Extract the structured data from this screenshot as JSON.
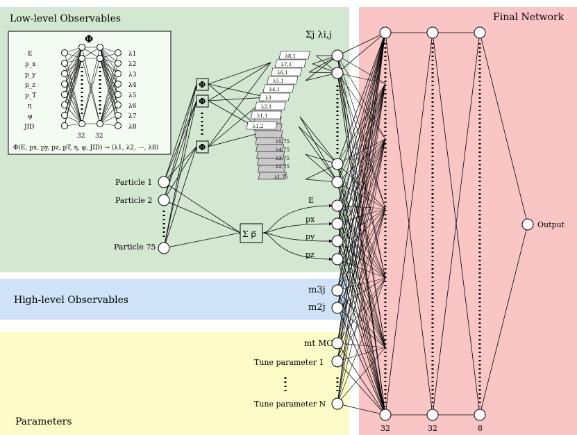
{
  "regions": {
    "low_level": "Low-level Observables",
    "high_level": "High-level Observables",
    "parameters": "Parameters",
    "final_network": "Final Network"
  },
  "inset": {
    "phi_label": "Φ",
    "inputs": [
      "E",
      "p_x",
      "p_y",
      "p_z",
      "p_T",
      "η",
      "φ",
      "JID"
    ],
    "outputs": [
      "λ1",
      "λ2",
      "λ3",
      "λ4",
      "λ5",
      "λ6",
      "λ7",
      "λ8"
    ],
    "layer_sizes": [
      "32",
      "32"
    ],
    "formula": "Φ(E, px, py, pz, pT, η, φ, JID) → (λ1, λ2, ⋯, λ8)"
  },
  "particles": [
    "Particle 1",
    "Particle 2",
    "Particle 75"
  ],
  "phi_box_label": "Φ",
  "sum_lambda_label": "Σj λi,j",
  "lambda_stack_front": [
    "λ8,1",
    "λ7,1",
    "λ6,1",
    "λ5,1",
    "λ4,1",
    "λ3",
    "λ2,1",
    "λ1,1",
    "λ1,2"
  ],
  "lambda_stack_back": [
    "λ5,75",
    "λ4,75",
    "λ3,75",
    "λ2,75",
    "λ1,75"
  ],
  "sum_p_label": "Σ p⃗",
  "momentum_outputs": [
    "E",
    "px",
    "py",
    "pz"
  ],
  "high_level_observables": [
    "m3j",
    "m2j"
  ],
  "parameter_labels": [
    "mt MC",
    "Tune parameter 1",
    "Tune parameter N"
  ],
  "final_layer_sizes": [
    "32",
    "32",
    "8"
  ],
  "output_label": "Output"
}
